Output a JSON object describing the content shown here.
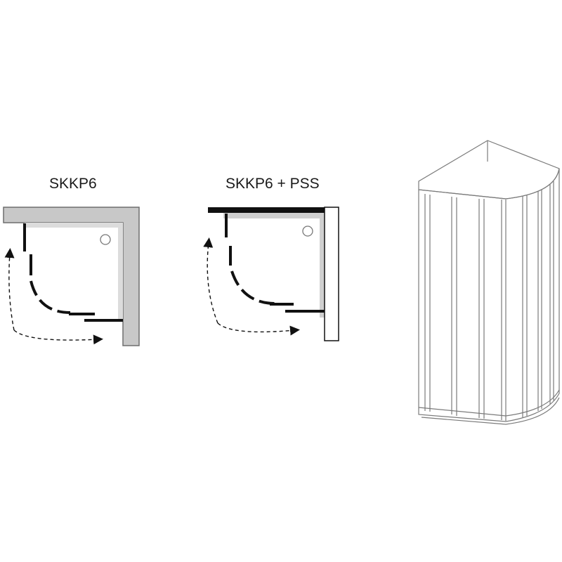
{
  "diagrams": [
    {
      "id": "skkp6",
      "label": "SKKP6"
    },
    {
      "id": "skkp6-pss",
      "label": "SKKP6 + PSS"
    }
  ],
  "colors": {
    "wall": "#c8c8c8",
    "wall_stroke": "#6e6e6e",
    "door": "#111111",
    "panel_black": "#111111",
    "background": "#ffffff",
    "outline": "#7a7a7a"
  }
}
